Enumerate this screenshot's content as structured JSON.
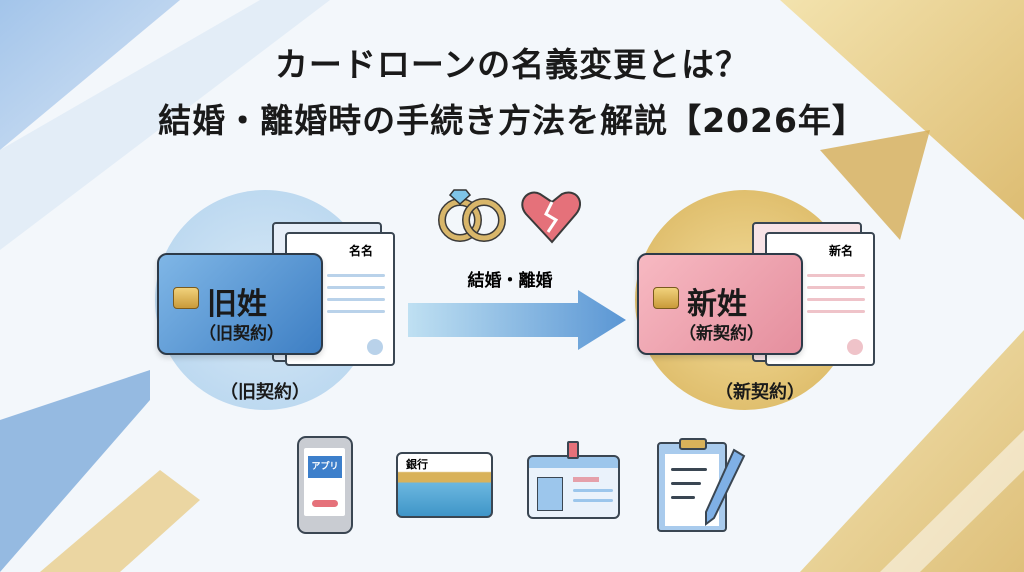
{
  "title": {
    "line1": "カードローンの名義変更とは？",
    "line2": "結婚・離婚時の手続き方法を解説【2026年】"
  },
  "before": {
    "doc_label": "名名",
    "surname": "旧姓",
    "card_sub": "（旧契約）",
    "caption": "（旧契約）",
    "color": "#4a8fd0"
  },
  "event": {
    "label": "結婚・離婚",
    "icons": [
      "wedding-rings-icon",
      "broken-heart-icon"
    ]
  },
  "after": {
    "doc_label": "新名",
    "surname": "新姓",
    "card_sub": "（新契約）",
    "caption": "（新契約）",
    "color": "#e89aa8"
  },
  "procedures": {
    "app_label": "アプリ",
    "bank_label": "銀行"
  }
}
